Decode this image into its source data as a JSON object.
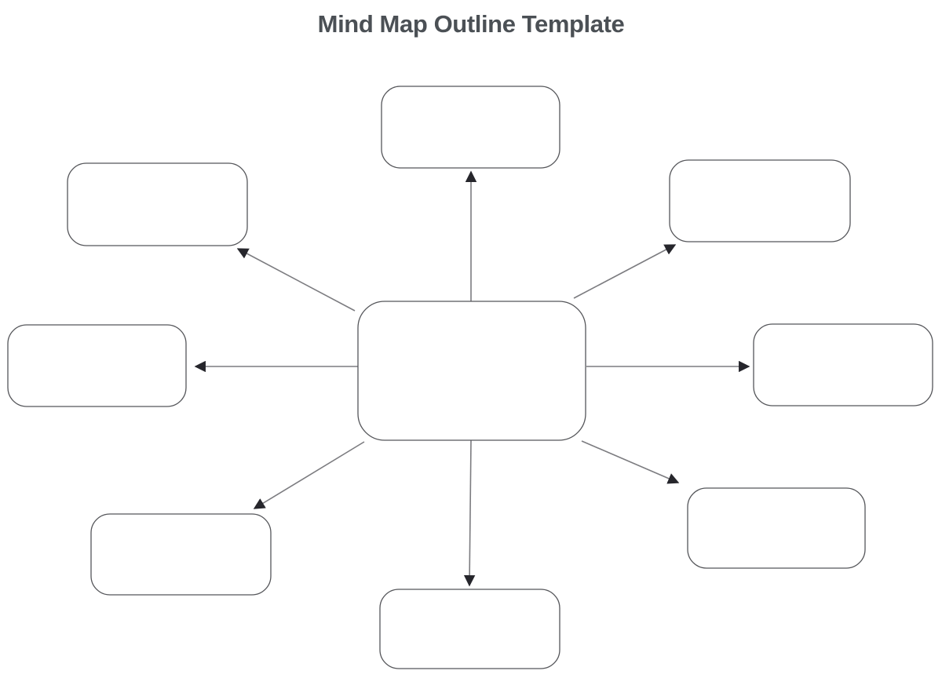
{
  "page": {
    "background": "#ffffff"
  },
  "title": {
    "text": "Mind Map Outline Template",
    "color": "#4b5055"
  },
  "diagram": {
    "type": "mindmap",
    "node_fill": "#ffffff",
    "node_stroke": "#55565a",
    "connector_color": "#7c7c80",
    "arrowhead_color": "#26262c",
    "nodes": [
      {
        "id": "central",
        "label": ""
      },
      {
        "id": "top",
        "label": ""
      },
      {
        "id": "top-right",
        "label": ""
      },
      {
        "id": "right",
        "label": ""
      },
      {
        "id": "bottom-right",
        "label": ""
      },
      {
        "id": "bottom",
        "label": ""
      },
      {
        "id": "bottom-left",
        "label": ""
      },
      {
        "id": "left",
        "label": ""
      },
      {
        "id": "top-left",
        "label": ""
      }
    ],
    "connectors": [
      {
        "from": "central",
        "to": "top"
      },
      {
        "from": "central",
        "to": "top-right"
      },
      {
        "from": "central",
        "to": "right"
      },
      {
        "from": "central",
        "to": "bottom-right"
      },
      {
        "from": "central",
        "to": "bottom"
      },
      {
        "from": "central",
        "to": "bottom-left"
      },
      {
        "from": "central",
        "to": "left"
      },
      {
        "from": "central",
        "to": "top-left"
      }
    ]
  }
}
